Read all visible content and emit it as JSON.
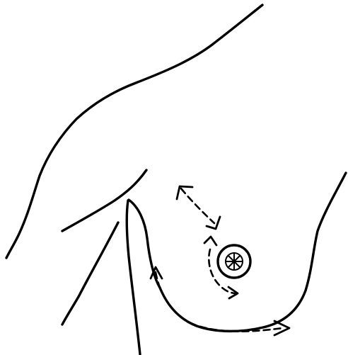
{
  "figure": {
    "stroke_color": "#000000",
    "background_color": "#ffffff",
    "elements": [
      "shoulder-contour",
      "arm-outline",
      "breast-contour",
      "nipple-areola",
      "massage-direction-arrows"
    ]
  }
}
